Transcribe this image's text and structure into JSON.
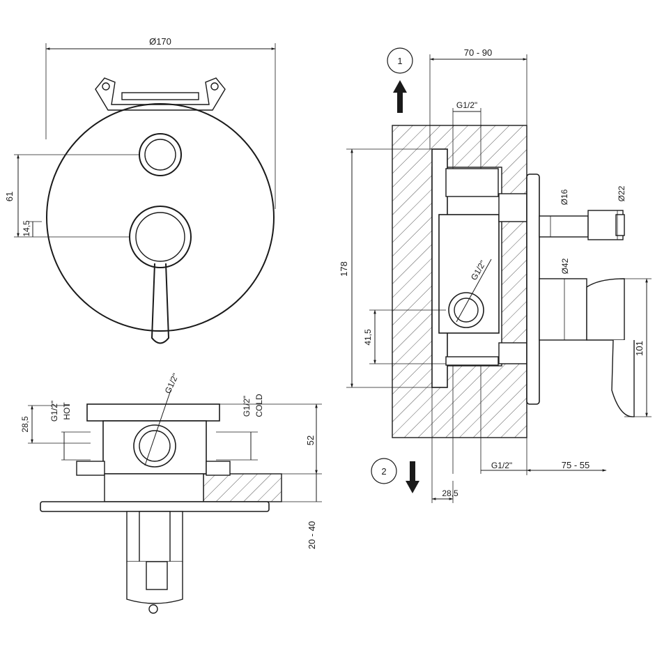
{
  "dimensions": {
    "diameter_total": "Ø170",
    "height_61": "61",
    "height_14_5": "14,5",
    "depth_70_90": "70 - 90",
    "thread_top": "G1/2\"",
    "diameter_16": "Ø16",
    "diameter_22": "Ø22",
    "diameter_42": "Ø42",
    "height_178": "178",
    "thread_center_side": "G1/2\"",
    "height_41_5": "41,5",
    "height_101": "101",
    "thread_bottom": "G1/2\"",
    "range_75_55": "75 - 55",
    "depth_28_5_side": "28,5",
    "thread_hot": "G1/2\"",
    "label_hot": "HOT",
    "thread_cold": "G1/2\"",
    "label_cold": "COLD",
    "height_28_5_bottom": "28,5",
    "thread_center_bottom": "G1/2\"",
    "height_52": "52",
    "range_20_40": "20 - 40"
  },
  "markers": {
    "outlet_1": "1",
    "outlet_2": "2"
  },
  "colors": {
    "line": "#1a1a1a",
    "hatch": "#555555",
    "background": "#ffffff"
  }
}
